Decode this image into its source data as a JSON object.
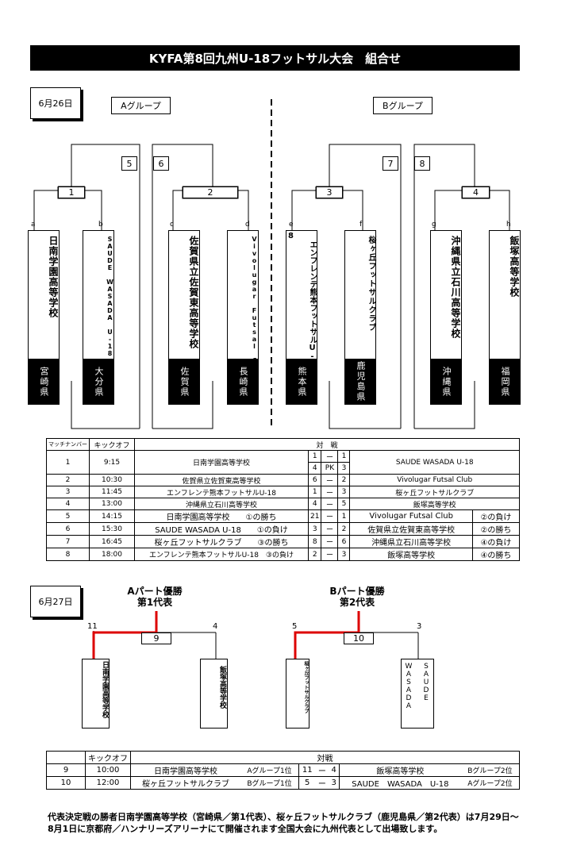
{
  "title": "KYFA第8回九州U-18フットサル大会　組合せ",
  "day1": {
    "date": "6月26日",
    "group_a": "Aグループ",
    "group_b": "Bグループ",
    "match_numbers": [
      "1",
      "2",
      "3",
      "4",
      "5",
      "6",
      "7",
      "8"
    ],
    "slots": [
      "a",
      "b",
      "c",
      "d",
      "e",
      "f",
      "g",
      "h"
    ],
    "teams": [
      {
        "name": "日南学園高等学校",
        "pref": "宮崎県"
      },
      {
        "name": "SAUDE WASADA U-18",
        "pref": "大分県"
      },
      {
        "name": "佐賀県立佐賀東高等学校",
        "pref": "佐賀県"
      },
      {
        "name": "Vivolugar Futsal Club",
        "pref": "長崎県"
      },
      {
        "name": "エンフレンテ熊本フットサルU-18",
        "pref": "熊本県"
      },
      {
        "name": "桜ヶ丘フットサルクラブ",
        "pref": "鹿児島県"
      },
      {
        "name": "沖縄県立石川高等学校",
        "pref": "沖縄県"
      },
      {
        "name": "飯塚高等学校",
        "pref": "福岡県"
      }
    ],
    "team_seed_e": "8"
  },
  "schedule1": {
    "headers": {
      "match": "マッチナンバー",
      "kickoff": "キックオフ",
      "versus": "対　戦"
    },
    "pk": "PK",
    "rows": [
      {
        "no": "1",
        "time": "9:15",
        "home": "日南学園高等学校",
        "home_tag": "",
        "hs": "1",
        "dash": "ー",
        "as": "1",
        "away": "SAUDE WASADA U-18",
        "away_tag": "",
        "hs2": "4",
        "as2": "3"
      },
      {
        "no": "2",
        "time": "10:30",
        "home": "佐賀県立佐賀東高等学校",
        "home_tag": "",
        "hs": "6",
        "dash": "ー",
        "as": "2",
        "away": "Vivolugar Futsal Club",
        "away_tag": ""
      },
      {
        "no": "3",
        "time": "11:45",
        "home": "エンフレンテ熊本フットサルU-18",
        "home_tag": "",
        "hs": "1",
        "dash": "ー",
        "as": "3",
        "away": "桜ヶ丘フットサルクラブ",
        "away_tag": ""
      },
      {
        "no": "4",
        "time": "13:00",
        "home": "沖縄県立石川高等学校",
        "home_tag": "",
        "hs": "4",
        "dash": "ー",
        "as": "5",
        "away": "飯塚高等学校",
        "away_tag": ""
      },
      {
        "no": "5",
        "time": "14:15",
        "home": "日南学園高等学校",
        "home_tag": "①の勝ち",
        "hs": "21",
        "dash": "ー",
        "as": "1",
        "away": "Vivolugar Futsal Club",
        "away_tag": "②の負け"
      },
      {
        "no": "6",
        "time": "15:30",
        "home": "SAUDE WASADA U-18",
        "home_tag": "①の負け",
        "hs": "3",
        "dash": "ー",
        "as": "2",
        "away": "佐賀県立佐賀東高等学校",
        "away_tag": "②の勝ち"
      },
      {
        "no": "7",
        "time": "16:45",
        "home": "桜ヶ丘フットサルクラブ",
        "home_tag": "③の勝ち",
        "hs": "8",
        "dash": "ー",
        "as": "6",
        "away": "沖縄県立石川高等学校",
        "away_tag": "④の負け"
      },
      {
        "no": "8",
        "time": "18:00",
        "home": "エンフレンテ熊本フットサルU-18",
        "home_tag": "③の負け",
        "hs": "2",
        "dash": "ー",
        "as": "3",
        "away": "飯塚高等学校",
        "away_tag": "④の勝ち"
      }
    ]
  },
  "day2": {
    "date": "6月27日",
    "a_winner": "Aパート優勝",
    "a_rep": "第1代表",
    "b_winner": "Bパート優勝",
    "b_rep": "第2代表",
    "m9": "9",
    "m10": "10",
    "score_l9": "11",
    "score_r9": "4",
    "score_l10": "5",
    "score_r10": "3",
    "teams": [
      "日南学園高等学校",
      "飯塚高等学校",
      "桜ヶ丘フットサルクラブ",
      "WASADA",
      "SAUDE"
    ]
  },
  "schedule2": {
    "kickoff": "キックオフ",
    "versus": "対戦",
    "rows": [
      {
        "no": "9",
        "time": "10:00",
        "home": "日南学園高等学校",
        "home_tag": "Aグループ1位",
        "hs": "11",
        "dash": "ー",
        "as": "4",
        "away": "飯塚高等学校",
        "away_tag": "Bグループ2位"
      },
      {
        "no": "10",
        "time": "12:00",
        "home": "桜ヶ丘フットサルクラブ",
        "home_tag": "Bグループ1位",
        "hs": "5",
        "dash": "ー",
        "as": "3",
        "away": "SAUDE　WASADA　U-18",
        "away_tag": "Aグループ2位"
      }
    ]
  },
  "footer": "代表決定戦の勝者日南学園高等学校（宮崎県／第1代表）、桜ヶ丘フットサルクラブ（鹿児島県／第2代表）は7月29日～8月1日に京都府／ハンナリーズアリーナにて開催されます全国大会に九州代表として出場致します。"
}
